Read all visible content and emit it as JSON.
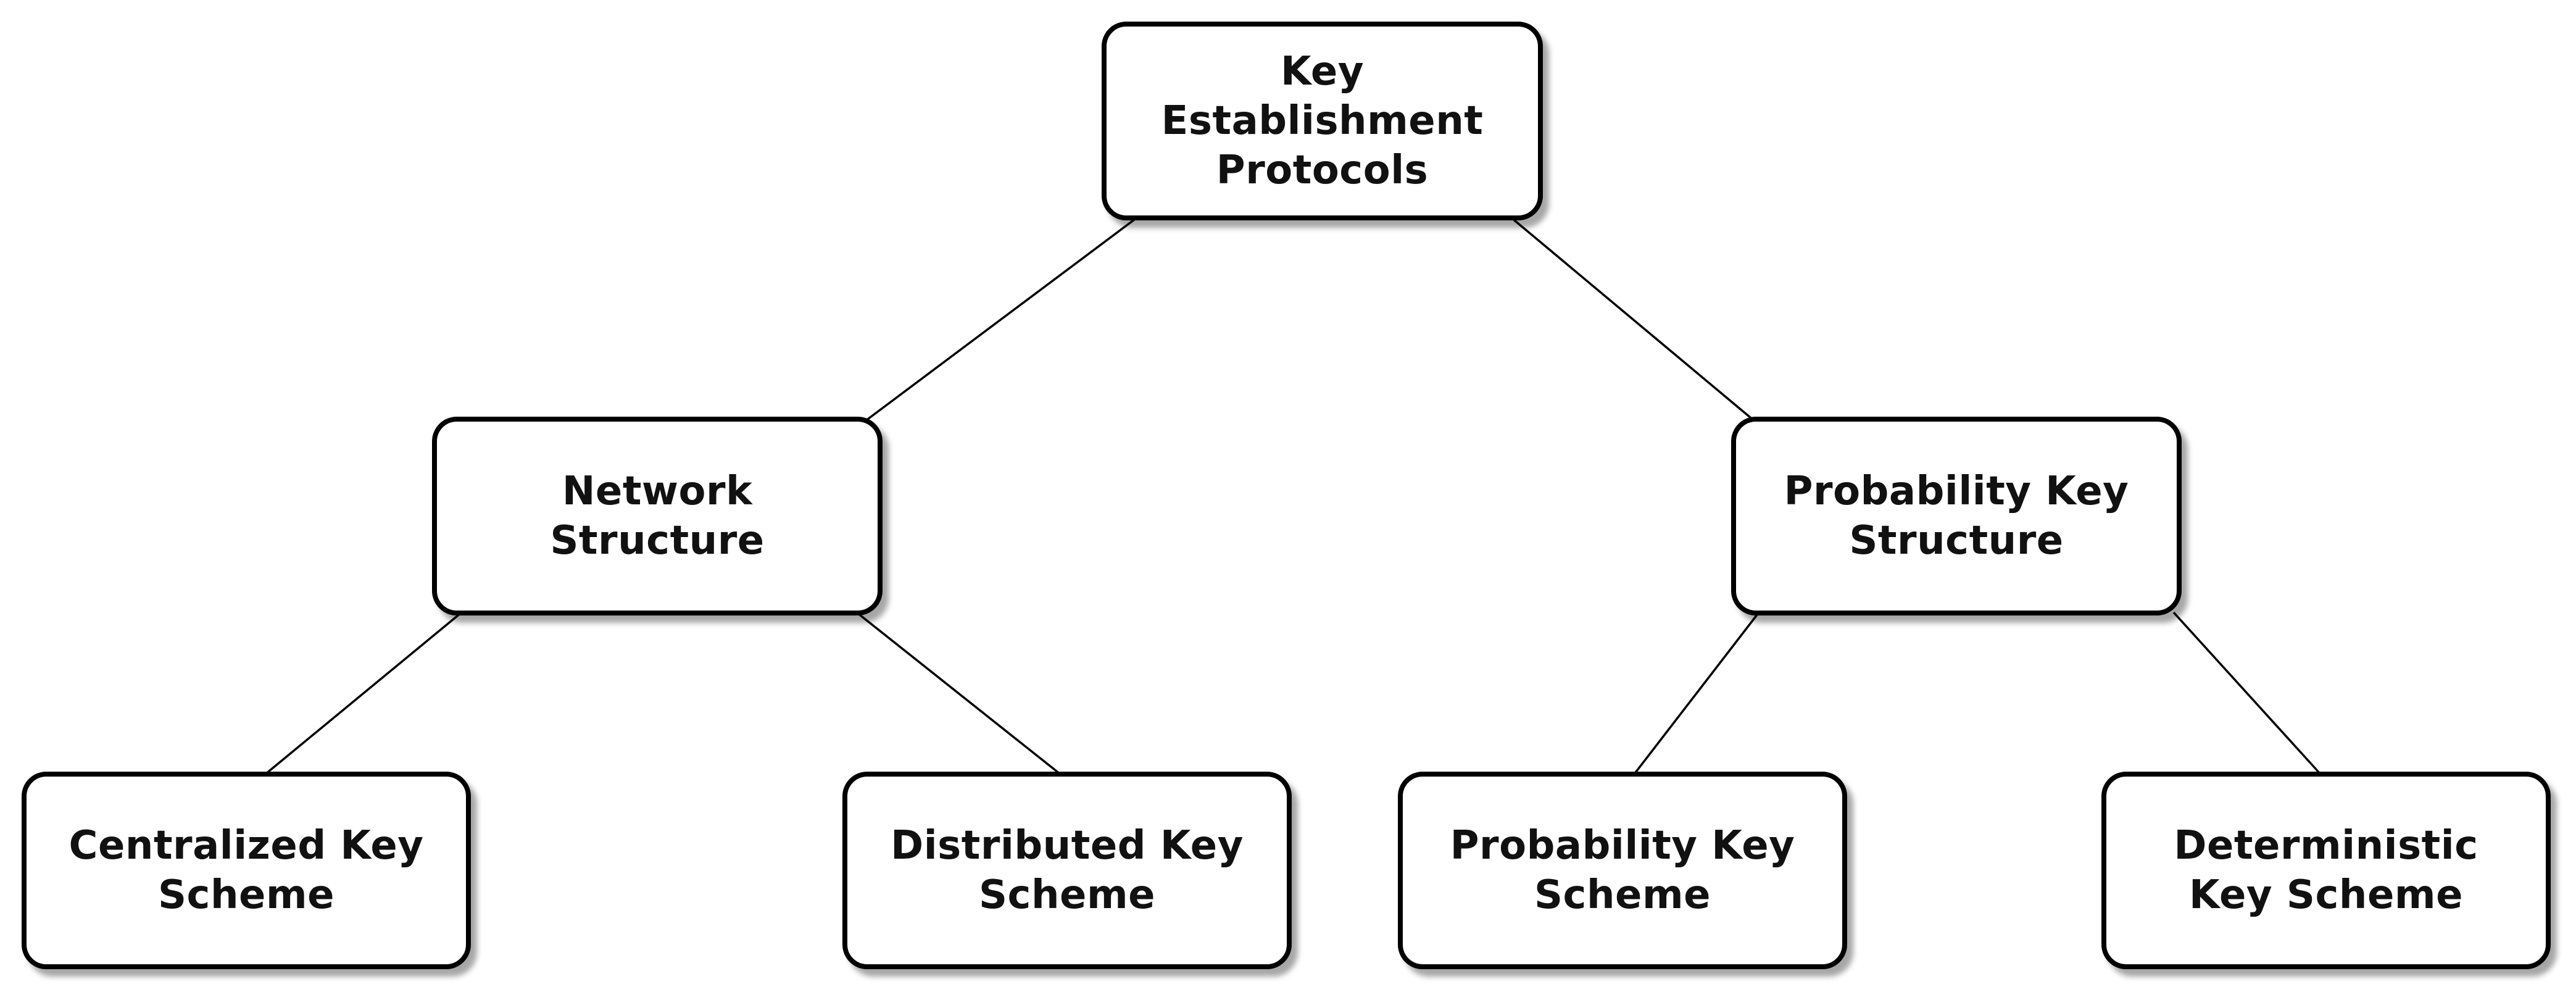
{
  "diagram": {
    "type": "tree",
    "description": "Taxonomy tree of key establishment protocols",
    "nodes": {
      "root": {
        "label": "Key\nEstablishment\nProtocols"
      },
      "network": {
        "label": "Network\nStructure"
      },
      "prob_struct": {
        "label": "Probability Key\nStructure"
      },
      "centralized": {
        "label": "Centralized Key\nScheme"
      },
      "distributed": {
        "label": "Distributed Key\nScheme"
      },
      "prob_scheme": {
        "label": "Probability Key\nScheme"
      },
      "deterministic": {
        "label": "Deterministic\nKey Scheme"
      }
    },
    "edges": [
      {
        "from": "root",
        "to": "network"
      },
      {
        "from": "root",
        "to": "prob_struct"
      },
      {
        "from": "network",
        "to": "centralized"
      },
      {
        "from": "network",
        "to": "distributed"
      },
      {
        "from": "prob_struct",
        "to": "prob_scheme"
      },
      {
        "from": "prob_struct",
        "to": "deterministic"
      }
    ],
    "colors": {
      "background": "#ffffff",
      "node_fill": "#ffffff",
      "node_border": "#000000",
      "text": "#111111",
      "shadow_rgba": "rgba(0,0,0,0.35)",
      "edge": "#000000"
    }
  }
}
